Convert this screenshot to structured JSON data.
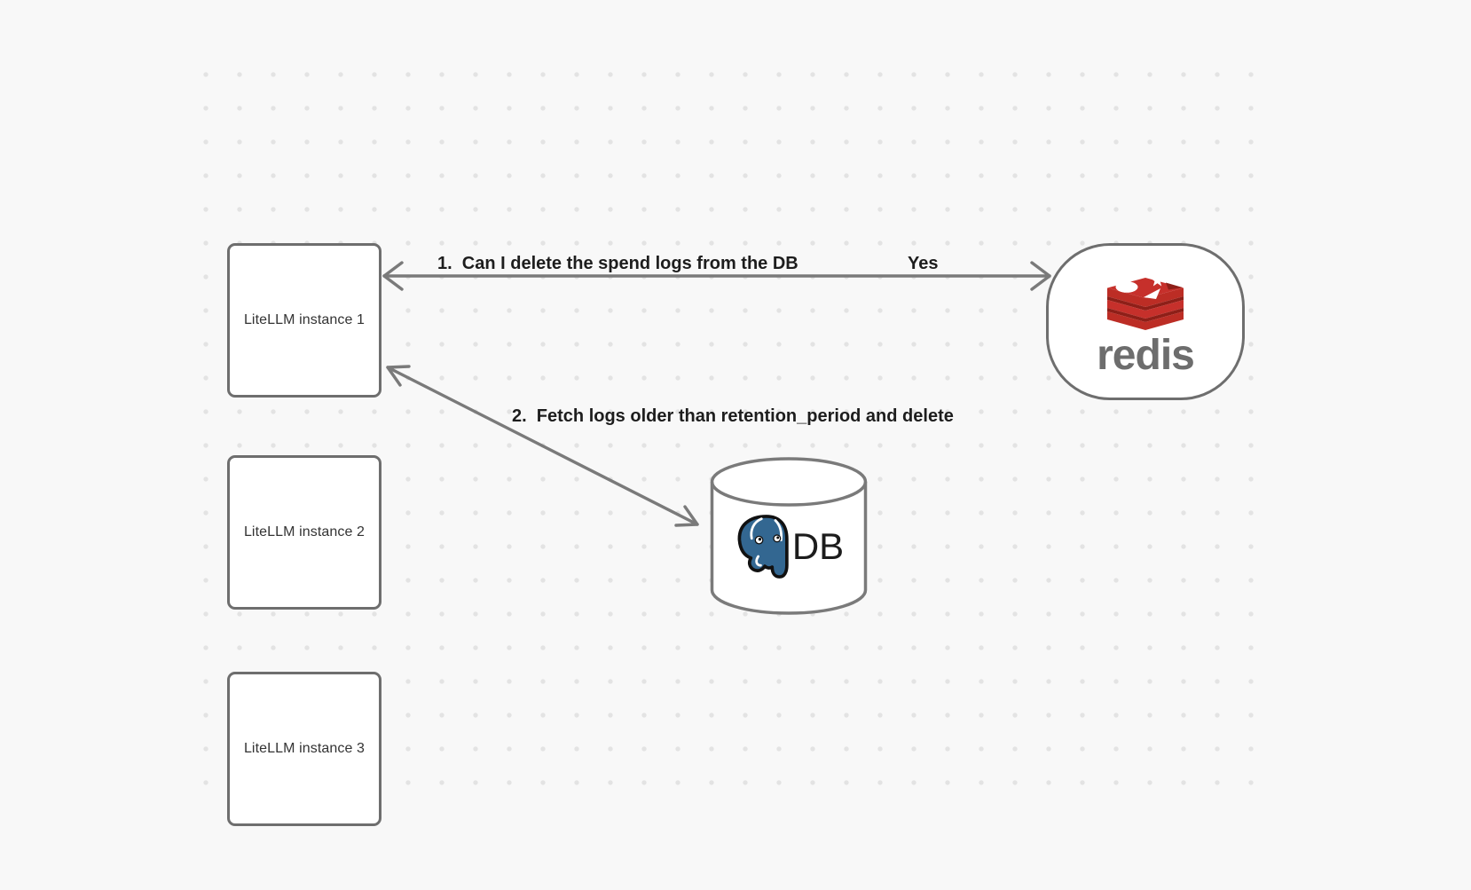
{
  "canvas": {
    "background_color": "#f8f8f8",
    "dot_color": "#e3e3e3",
    "stroke_color": "#757575",
    "text_color": "#1d1d1d"
  },
  "nodes": {
    "instances": [
      {
        "label": "LiteLLM instance 1"
      },
      {
        "label": "LiteLLM instance 2"
      },
      {
        "label": "LiteLLM instance 3"
      }
    ],
    "redis": {
      "wordmark": "redis",
      "logo_icon": "redis-logo-icon",
      "brand_red": "#c6302b",
      "brand_red_dark": "#8e1f18",
      "wordmark_color": "#6d6d6d"
    },
    "db": {
      "label": "DB",
      "logo_icon": "postgresql-elephant-icon",
      "postgres_blue": "#336791"
    }
  },
  "arrows": [
    {
      "label": "1.  Can I delete the spend logs from the DB",
      "response": "Yes",
      "from": "LiteLLM instance 1",
      "to": "redis",
      "style": "double-headed"
    },
    {
      "label": "2.  Fetch logs older than retention_period and delete",
      "from": "LiteLLM instance 1",
      "to": "DB",
      "style": "double-headed"
    }
  ]
}
